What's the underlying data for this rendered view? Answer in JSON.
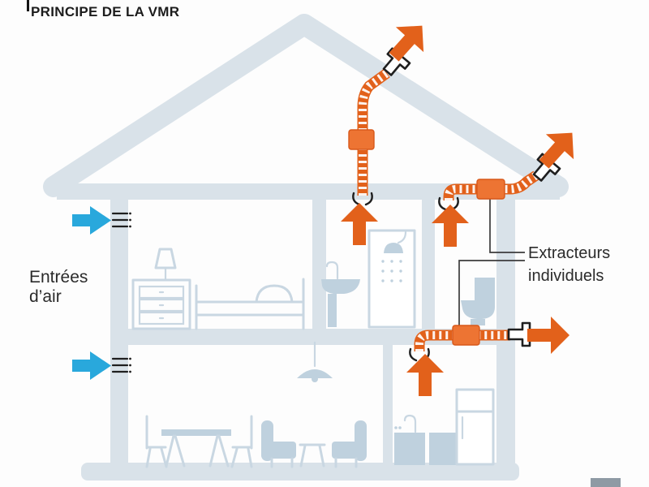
{
  "title": "PRINCIPE DE LA VMR",
  "annotations": {
    "air_inlets": {
      "line1": "Entrées",
      "line2": "d’air"
    },
    "extractors": {
      "line1": "Extracteurs",
      "line2": "individuels"
    }
  },
  "colors": {
    "orange": "#E2611B",
    "orange_box": "#ED7433",
    "blue": "#29A8DC",
    "house": "#D9E2E9",
    "furniture_outline": "#C9D7E2",
    "furniture_fill": "#BFD1DE",
    "ink": "#1F1F1F",
    "text": "#2B2B2B",
    "connector": "#3C3C3C",
    "watermark": "#8E9AA4"
  },
  "components": {
    "air_inlet_count": 2,
    "individual_extractor_count": 3,
    "roof_outlet_count": 2,
    "wall_outlet_count": 1,
    "rooms": [
      "bedroom",
      "bathroom",
      "wc",
      "living-dining-room",
      "kitchen"
    ]
  }
}
